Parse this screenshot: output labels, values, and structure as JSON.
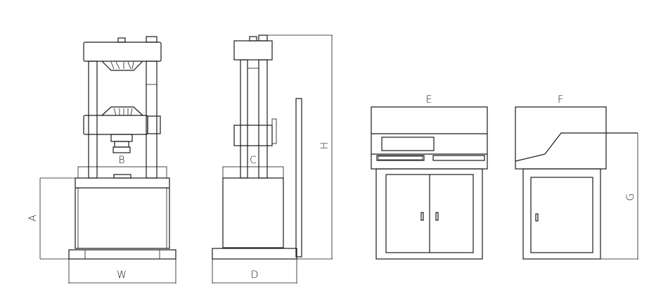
{
  "dimension_labels": {
    "A": "A",
    "B": "B",
    "C": "C",
    "D": "D",
    "E": "E",
    "F": "F",
    "G": "G",
    "H": "H",
    "W": "W"
  }
}
